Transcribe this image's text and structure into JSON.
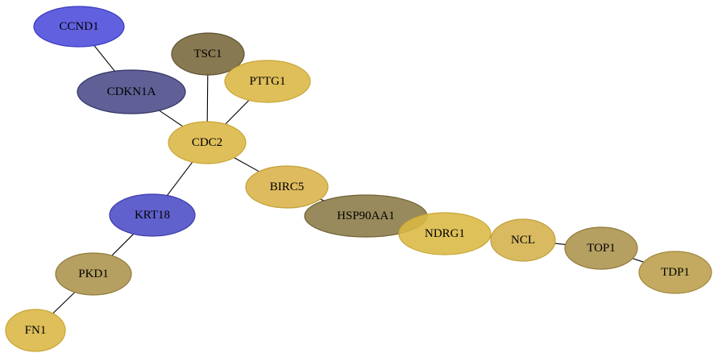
{
  "nodes": [
    {
      "id": "CCND1",
      "label": "CCND1",
      "color": "#5050dd",
      "stroke": "#3a3ac0",
      "opacity": 0.9
    },
    {
      "id": "CDKN1A",
      "label": "CDKN1A",
      "color": "#4a4a88",
      "stroke": "#333366",
      "opacity": 0.88
    },
    {
      "id": "TSC1",
      "label": "TSC1",
      "color": "#7a6a3e",
      "stroke": "#5e5230",
      "opacity": 0.9
    },
    {
      "id": "PTTG1",
      "label": "PTTG1",
      "color": "#dbb848",
      "stroke": "#c9a636",
      "opacity": 0.9
    },
    {
      "id": "CDC2",
      "label": "CDC2",
      "color": "#dbb848",
      "stroke": "#c9a636",
      "opacity": 0.9
    },
    {
      "id": "BIRC5",
      "label": "BIRC5",
      "color": "#d9b44c",
      "stroke": "#c4a03a",
      "opacity": 0.9
    },
    {
      "id": "HSP90AA1",
      "label": "HSP90AA1",
      "color": "#8a7a45",
      "stroke": "#6e6234",
      "opacity": 0.88
    },
    {
      "id": "NDRG1",
      "label": "NDRG1",
      "color": "#dbb843",
      "stroke": "#c9a636",
      "opacity": 0.88
    },
    {
      "id": "NCL",
      "label": "NCL",
      "color": "#d5b350",
      "stroke": "#c09f3c",
      "opacity": 0.9
    },
    {
      "id": "TOP1",
      "label": "TOP1",
      "color": "#ad9550",
      "stroke": "#91793a",
      "opacity": 0.9
    },
    {
      "id": "TDP1",
      "label": "TDP1",
      "color": "#bca14f",
      "stroke": "#a0873c",
      "opacity": 0.9
    },
    {
      "id": "KRT18",
      "label": "KRT18",
      "color": "#5050c8",
      "stroke": "#3a3aaa",
      "opacity": 0.9
    },
    {
      "id": "PKD1",
      "label": "PKD1",
      "color": "#ad9550",
      "stroke": "#91793a",
      "opacity": 0.9
    },
    {
      "id": "FN1",
      "label": "FN1",
      "color": "#dbb848",
      "stroke": "#c9a636",
      "opacity": 0.9
    }
  ],
  "edges": [
    {
      "source": "CCND1",
      "target": "CDKN1A"
    },
    {
      "source": "CDKN1A",
      "target": "CDC2"
    },
    {
      "source": "TSC1",
      "target": "CDC2"
    },
    {
      "source": "PTTG1",
      "target": "CDC2"
    },
    {
      "source": "CDC2",
      "target": "BIRC5"
    },
    {
      "source": "CDC2",
      "target": "KRT18"
    },
    {
      "source": "BIRC5",
      "target": "HSP90AA1"
    },
    {
      "source": "HSP90AA1",
      "target": "NDRG1"
    },
    {
      "source": "NDRG1",
      "target": "NCL"
    },
    {
      "source": "NCL",
      "target": "TOP1"
    },
    {
      "source": "TOP1",
      "target": "TDP1"
    },
    {
      "source": "KRT18",
      "target": "PKD1"
    },
    {
      "source": "PKD1",
      "target": "FN1"
    }
  ]
}
